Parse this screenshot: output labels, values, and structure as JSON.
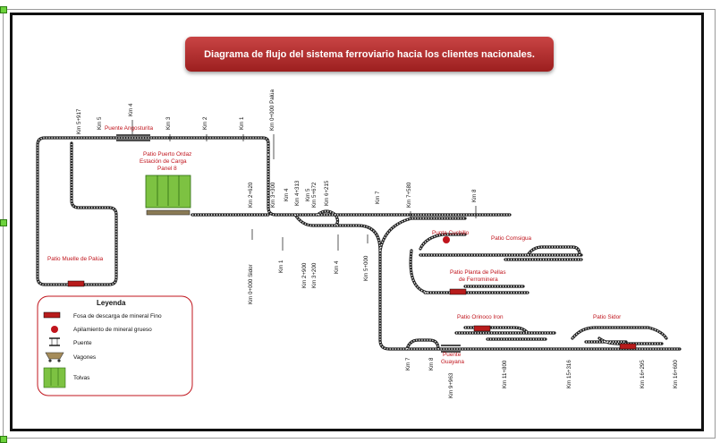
{
  "title": "Diagrama de flujo del sistema ferroviario hacia los clientes nacionales.",
  "km_labels_top": [
    "Km 5+917",
    "Km 5",
    "Km 4",
    "Km 3",
    "Km 2",
    "Km 1",
    "Km 0+000 Palúa"
  ],
  "km_labels_mid": [
    "Km 2+620",
    "Km 3+300",
    "Km 4",
    "Km 4+313",
    "Km 5",
    "Km 5+672",
    "Km 6+215",
    "Km 7",
    "Km 7+580",
    "Km 8"
  ],
  "km_labels_bottom": [
    "Km 0+000 Sidor",
    "Km 1",
    "Km 2+900",
    "Km 3+200",
    "Km 4",
    "Km 5+000"
  ],
  "km_labels_lower": [
    "Km 7",
    "Km 8",
    "Km 9+963",
    "Km 11+800",
    "Km 15+316",
    "Km 16+295",
    "Km 16+600"
  ],
  "places": {
    "puente_angosturita": "Puente Angosturita",
    "patio_puerto_ordaz_1": "Patio Puerto Ordaz",
    "patio_puerto_ordaz_2": "Estación de Carga",
    "patio_puerto_ordaz_3": "Panel 8",
    "patio_muelle_palua": "Patio Muelle de Palúa",
    "punta_cuchillo": "Punta Cuchillo",
    "patio_comsigua": "Patio Comsigua",
    "patio_planta_pellas_1": "Patio Planta de Pellas",
    "patio_planta_pellas_2": "de Ferrominera",
    "patio_orinoco_iron": "Patio Orinoco Iron",
    "patio_sidor": "Patio Sidor",
    "puente_guayana_1": "Puente",
    "puente_guayana_2": "Guayana"
  },
  "legend": {
    "title": "Leyenda",
    "items": [
      "Fosa de descarga de mineral Fino",
      "Apilamiento de mineral grueso",
      "Puente",
      "Vagones",
      "Tolvas"
    ]
  },
  "colors": {
    "title_bg": "#b53030",
    "place_text": "#c0141c",
    "fosa": "#b81c1c",
    "tolva": "#7dc242",
    "track": "#222222"
  }
}
